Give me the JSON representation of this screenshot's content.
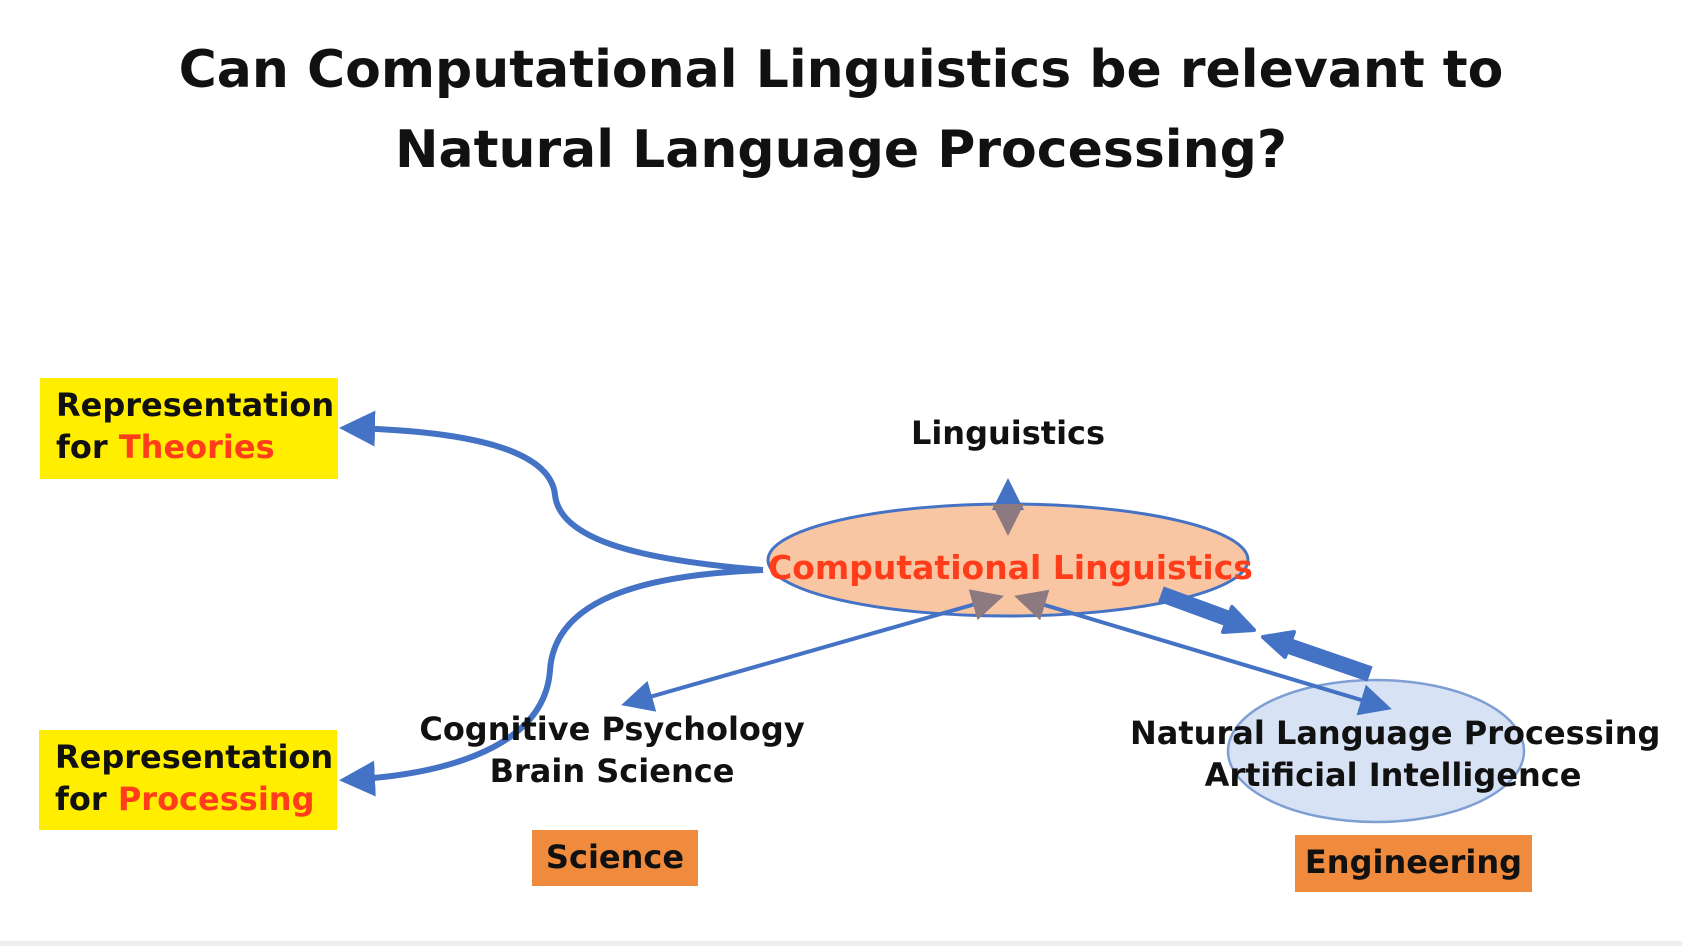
{
  "title": {
    "line1": "Can Computational Linguistics be relevant to",
    "line2": "Natural Language Processing?"
  },
  "boxes": {
    "theories": {
      "prefix": "Representation",
      "for": "for ",
      "keyword": "Theories"
    },
    "processing": {
      "prefix": "Representation",
      "for": "for ",
      "keyword": "Processing"
    },
    "science": "Science",
    "engineering": "Engineering"
  },
  "nodes": {
    "linguistics": "Linguistics",
    "computational_linguistics": "Computational Linguistics",
    "cognitive": {
      "line1": "Cognitive Psychology",
      "line2": "Brain Science"
    },
    "nlp": {
      "line1": "Natural Language Processing",
      "line2": "Artificial Intelligence"
    }
  },
  "colors": {
    "arrow_blue": "#4472c4",
    "arrow_gray": "#8c7a80",
    "box_yellow": "#ffee00",
    "box_orange": "#f08a3c",
    "ellipse_orange": "#f9c6a4",
    "ellipse_blue": "#d7e2f4",
    "accent_red": "#ff3d1a"
  }
}
